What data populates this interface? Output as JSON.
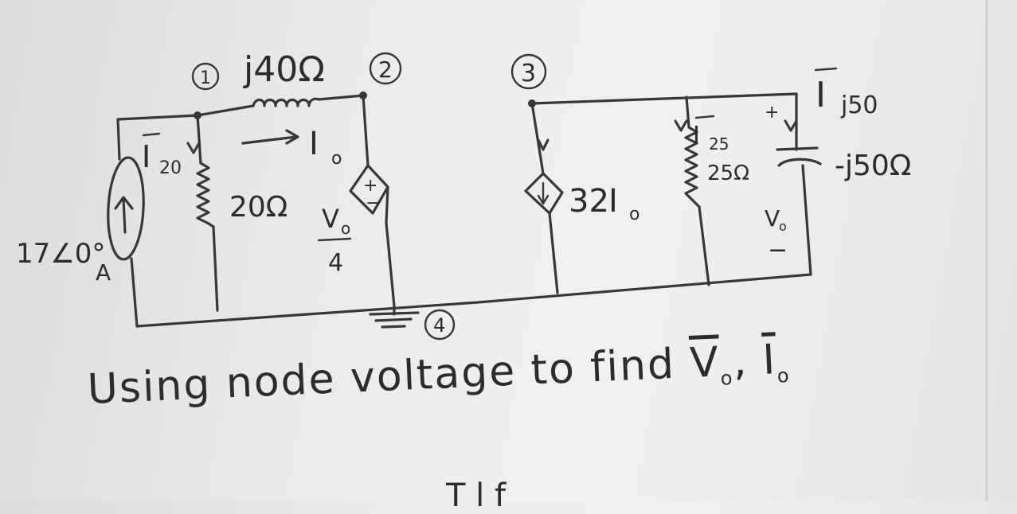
{
  "nodes": {
    "n1": "1",
    "n2": "2",
    "n3": "3",
    "n4": "4"
  },
  "components": {
    "inductor": "j40Ω",
    "resistor_20": "20Ω",
    "resistor_25": "25Ω",
    "capacitor": "-j50Ω",
    "current_source": "17∠0°",
    "current_source_unit": "A",
    "dep_voltage_source": {
      "numerator": "V",
      "numerator_sub": "o",
      "denominator": "4"
    },
    "dep_current_source": {
      "coef": "32",
      "var": "I",
      "sub": "o"
    }
  },
  "currents": {
    "i20": {
      "main": "I",
      "sub": "20"
    },
    "io": {
      "main": "I",
      "sub": "o"
    },
    "i25": {
      "main": "I",
      "sub": "25"
    },
    "ij50": {
      "main": "I",
      "sub": "j50"
    }
  },
  "vo_label": {
    "main": "V",
    "sub": "o",
    "plus": "+",
    "minus": "−"
  },
  "caption": {
    "text": "Using node voltage to find",
    "v": "V",
    "v_sub": "o",
    "sep": ",",
    "i": "I",
    "i_sub": "o"
  },
  "partial_text": "T l f"
}
